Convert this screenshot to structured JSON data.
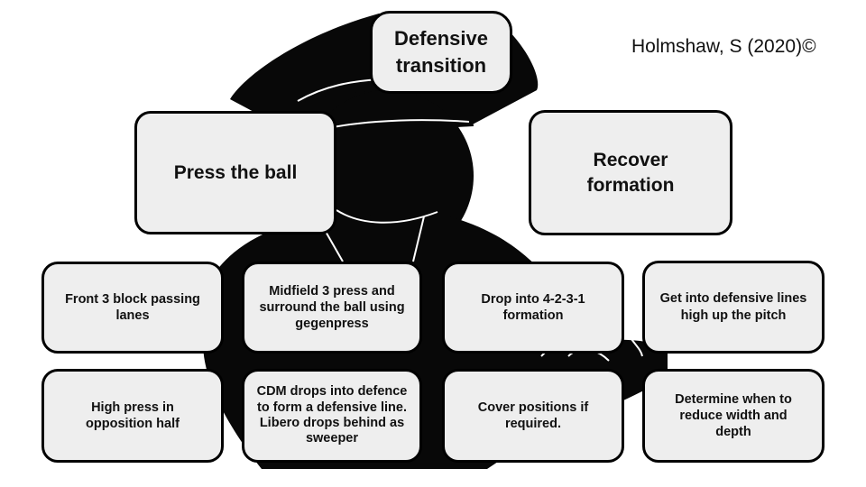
{
  "credit": "Holmshaw, S (2020)©",
  "background_icon": "graduate-silhouette-icon",
  "colors": {
    "box_fill": "#eeeeee",
    "box_border": "#000000",
    "silhouette": "#080808",
    "text": "#111111"
  },
  "root": {
    "label": "Defensive transition"
  },
  "branches": [
    {
      "label": "Press the ball",
      "items": [
        "Front 3 block passing lanes",
        "Midfield 3 press and surround the ball using gegenpress",
        "High press in opposition half",
        "CDM drops into defence to form a defensive line. Libero drops behind as sweeper"
      ]
    },
    {
      "label": "Recover formation",
      "items": [
        "Drop into 4-2-3-1 formation",
        "Get into defensive lines high up the pitch",
        "Cover positions if required.",
        "Determine when to reduce width and depth"
      ]
    }
  ]
}
